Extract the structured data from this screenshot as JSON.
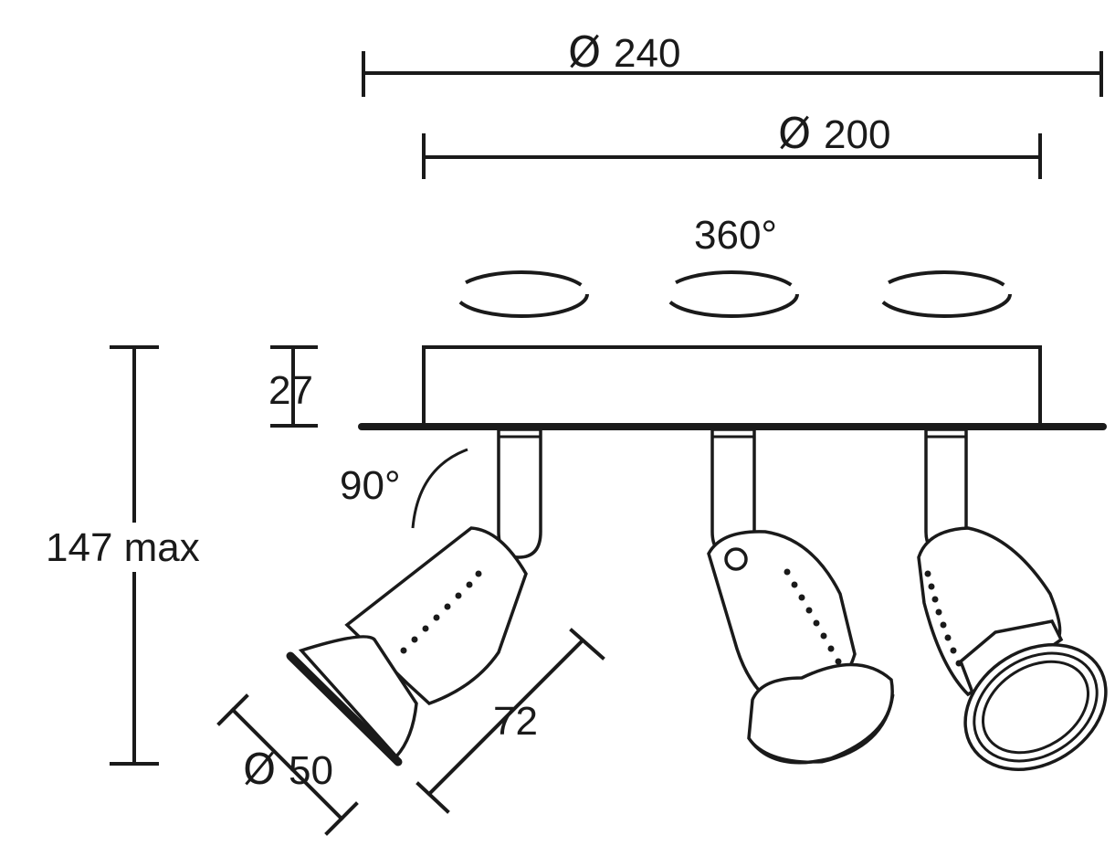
{
  "dimensions": {
    "overall_diameter": {
      "symbol": "Ø",
      "value": "240"
    },
    "base_diameter": {
      "symbol": "Ø",
      "value": "200"
    },
    "rotation": "360°",
    "base_height": "27",
    "total_height": "147 max",
    "tilt": "90°",
    "lamp_length": "72",
    "lamp_diameter": {
      "symbol": "Ø",
      "value": "50"
    }
  }
}
